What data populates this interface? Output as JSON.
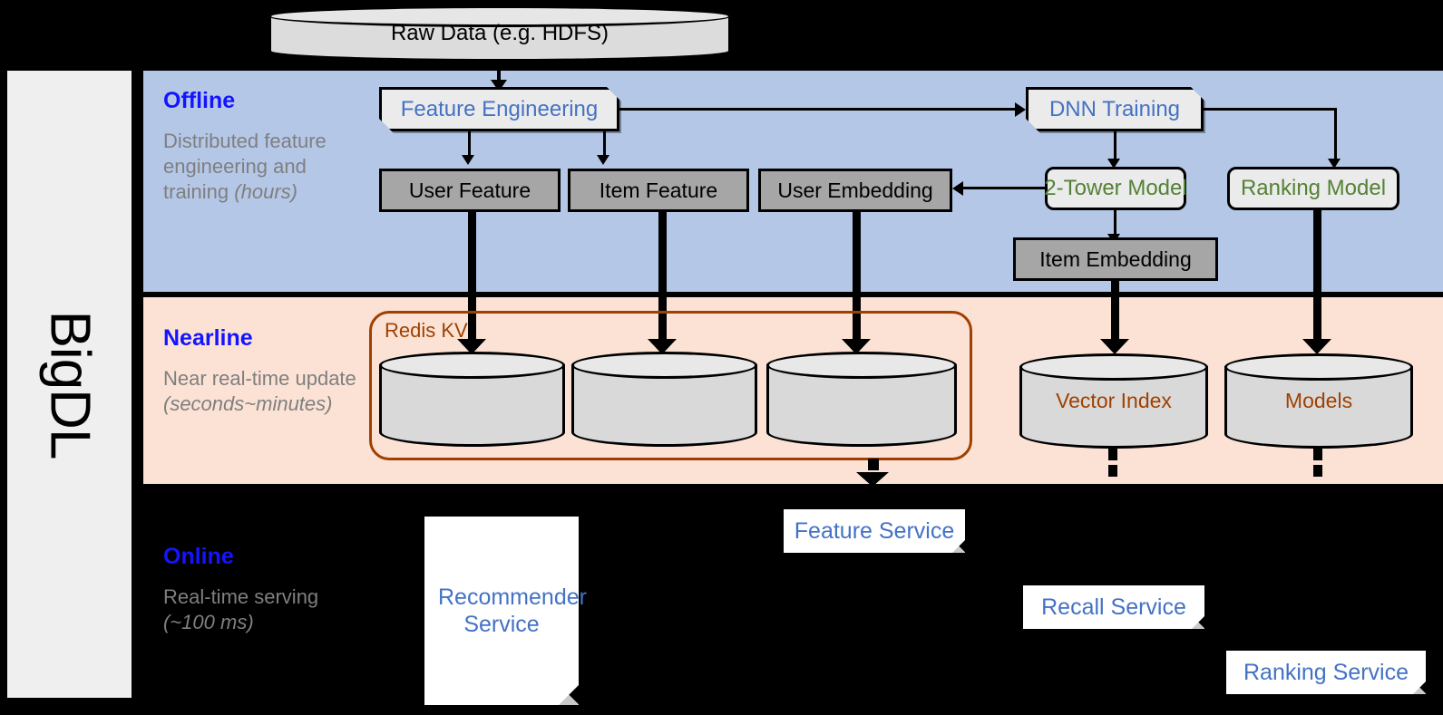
{
  "framework": {
    "name": "BigDL"
  },
  "source": {
    "label": "Raw Data (e.g. HDFS)"
  },
  "bands": {
    "offline": {
      "title": "Offline",
      "subtitle": "Distributed feature engineering and training (hours)"
    },
    "nearline": {
      "title": "Nearline",
      "subtitle": "Near real-time update (seconds~minutes)"
    },
    "online": {
      "title": "Online",
      "subtitle": "Real-time serving (~100 ms)"
    }
  },
  "offline": {
    "feature_engineering": "Feature Engineering",
    "dnn_training": "DNN Training",
    "user_feature": "User Feature",
    "item_feature": "Item Feature",
    "user_embedding": "User Embedding",
    "two_tower_model": "2-Tower Model",
    "ranking_model": "Ranking Model",
    "item_embedding": "Item Embedding"
  },
  "nearline": {
    "redis_group": "Redis KV",
    "stores": [
      "",
      "",
      ""
    ],
    "vector_index": "Vector Index",
    "models": "Models"
  },
  "online": {
    "recommender_service": "Recommender Service",
    "feature_service": "Feature Service",
    "recall_service": "Recall Service",
    "ranking_service": "Ranking Service"
  },
  "colors": {
    "offline_band": "#b4c7e7",
    "nearline_band": "#fbe2d5",
    "online_band": "#000000",
    "band_title": "#1414ff",
    "band_subtitle": "#7f7f7f",
    "accent_blue": "#4472c4",
    "accent_green": "#548235",
    "accent_brown": "#a04000",
    "data_box": "#a6a6a6",
    "rail": "#efefef"
  }
}
